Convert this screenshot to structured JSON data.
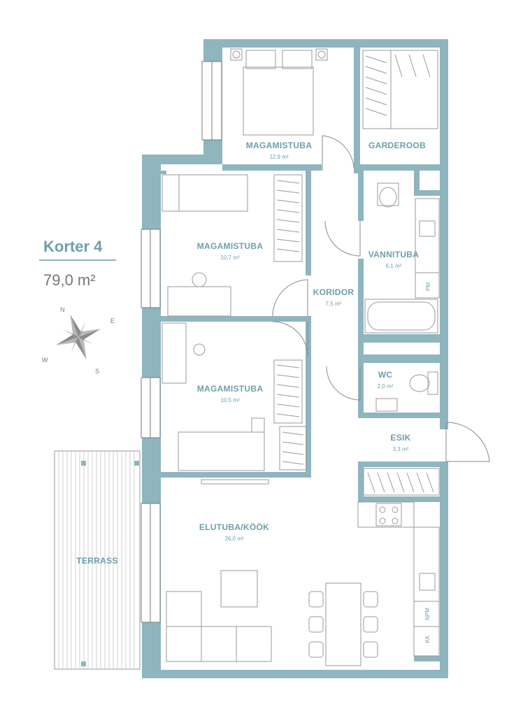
{
  "apartment": {
    "title": "Korter 4",
    "area": "79,0 m²"
  },
  "compass": {
    "n": "N",
    "e": "E",
    "s": "S",
    "w": "W"
  },
  "rooms": {
    "master_bedroom": {
      "name": "MAGAMISTUBA",
      "area": "12,9 m²"
    },
    "wardrobe": {
      "name": "GARDEROOB"
    },
    "bedroom_1": {
      "name": "MAGAMISTUBA",
      "area": "10,7 m²"
    },
    "bedroom_2": {
      "name": "MAGAMISTUBA",
      "area": "10,5 m²"
    },
    "corridor": {
      "name": "KORIDOR",
      "area": "7,5 m²"
    },
    "bathroom": {
      "name": "VANNITUBA",
      "area": "6,1 m²"
    },
    "wc": {
      "name": "WC",
      "area": "2,0 m²"
    },
    "entry": {
      "name": "ESIK",
      "area": "3,3 m²"
    },
    "living_kitchen": {
      "name": "ELUTUBA/KÖÖK",
      "area": "26,0 m²"
    },
    "terrace": {
      "name": "TERRASS"
    }
  },
  "fixtures": {
    "pm": "PM",
    "npm": "NPM",
    "kk": "KK"
  },
  "colors": {
    "wall": "#8fb5bf",
    "text": "#6d9fac",
    "furniture": "#9a9a9a"
  }
}
